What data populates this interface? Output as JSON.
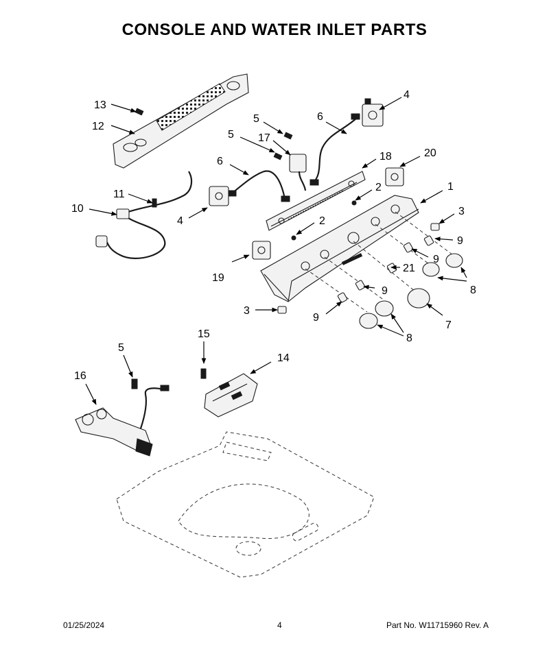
{
  "title": "CONSOLE AND WATER INLET PARTS",
  "callouts": {
    "c13": "13",
    "c12": "12",
    "c5a": "5",
    "c5b": "5",
    "c17": "17",
    "c6a": "6",
    "c4a": "4",
    "c18": "18",
    "c20": "20",
    "c6b": "6",
    "c11": "11",
    "c10": "10",
    "c4b": "4",
    "c2a": "2",
    "c1": "1",
    "c3a": "3",
    "c2b": "2",
    "c9a": "9",
    "c9b": "9",
    "c21": "21",
    "c19": "19",
    "c8a": "8",
    "c9c": "9",
    "c3b": "3",
    "c9d": "9",
    "c7": "7",
    "c8b": "8",
    "c15": "15",
    "c14": "14",
    "c5c": "5",
    "c16": "16"
  },
  "footer": {
    "date": "01/25/2024",
    "page": "4",
    "part_no": "Part No.  W11715960  Rev.  A"
  }
}
